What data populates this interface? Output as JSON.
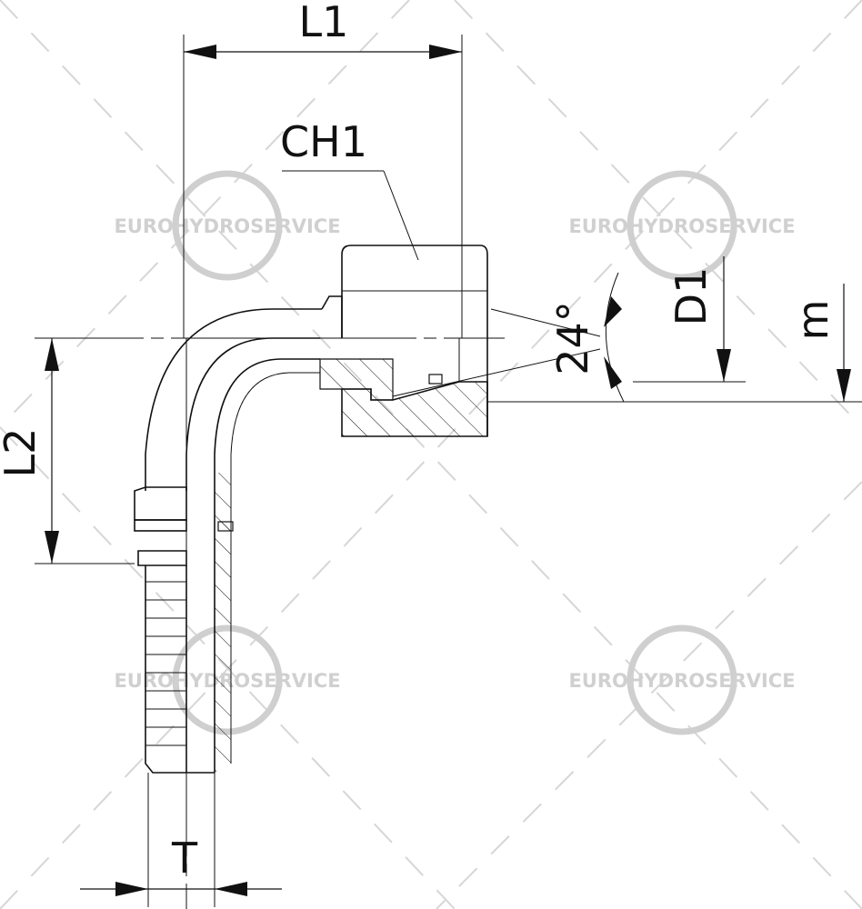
{
  "labels": {
    "l1": "L1",
    "ch1": "CH1",
    "l2": "L2",
    "d1": "D1",
    "m": "m",
    "t": "T",
    "angle": "24°"
  },
  "watermark": {
    "text": "EUROHYDROSERVICE",
    "color": "#d0d0d0"
  }
}
